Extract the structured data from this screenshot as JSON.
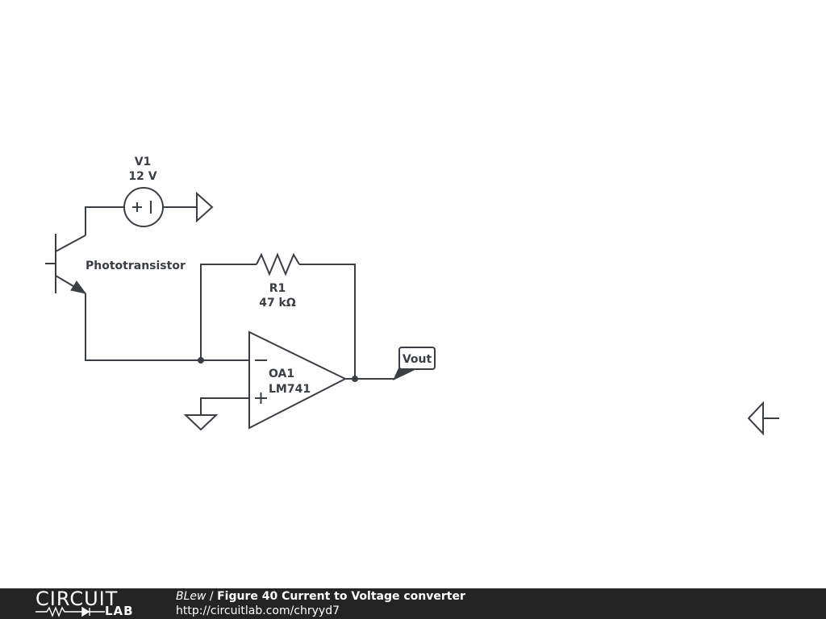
{
  "schematic": {
    "source": {
      "ref": "V1",
      "value": "12 V",
      "symbol": "+ |"
    },
    "phototransistor": {
      "label": "Phototransistor"
    },
    "resistor": {
      "ref": "R1",
      "value": "47 kΩ"
    },
    "opamp": {
      "ref": "OA1",
      "part": "LM741",
      "inverting_symbol": "−",
      "noninverting_symbol": "+"
    },
    "output_label": "Vout",
    "wire_color": "#3b3f44"
  },
  "footer": {
    "brand_top": "CIRCUIT",
    "brand_bottom": "LAB",
    "author": "BLew",
    "separator": " / ",
    "title": "Figure 40 Current to Voltage converter",
    "url": "http://circuitlab.com/chryyd7",
    "background": "#242424"
  }
}
